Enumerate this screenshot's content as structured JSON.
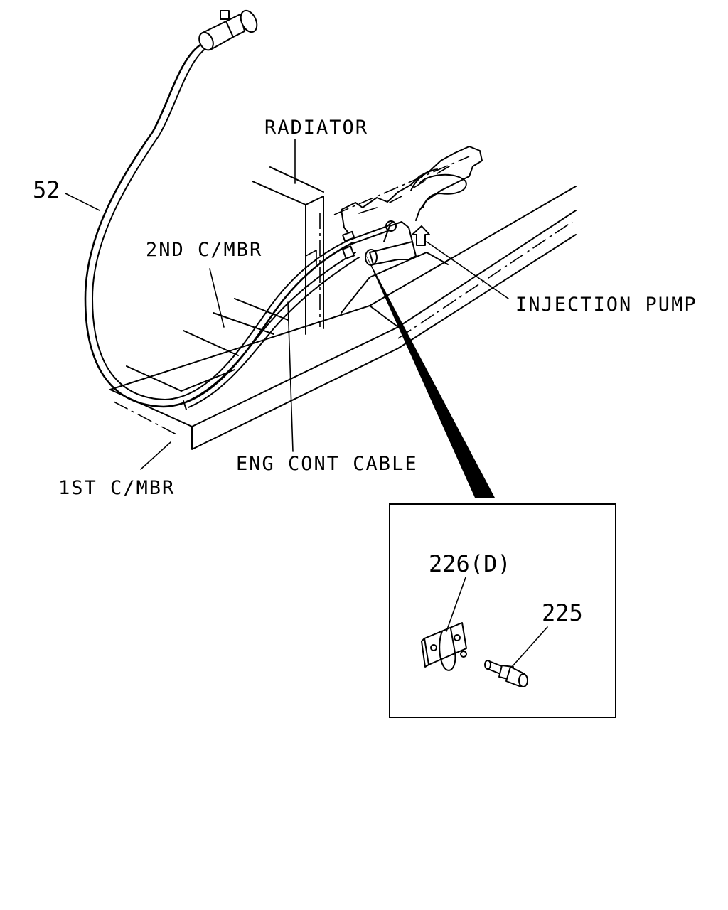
{
  "labels": {
    "radiator": "RADIATOR",
    "second_crossmember": "2ND C/MBR",
    "first_crossmember": "1ST C/MBR",
    "engine_control_cable": "ENG CONT CABLE",
    "injection_pump": "INJECTION PUMP"
  },
  "callouts": {
    "cable_part": "52",
    "clip_part": "226(D)",
    "bolt_part": "225"
  },
  "colors": {
    "ink": "#000000",
    "paper": "#ffffff"
  }
}
